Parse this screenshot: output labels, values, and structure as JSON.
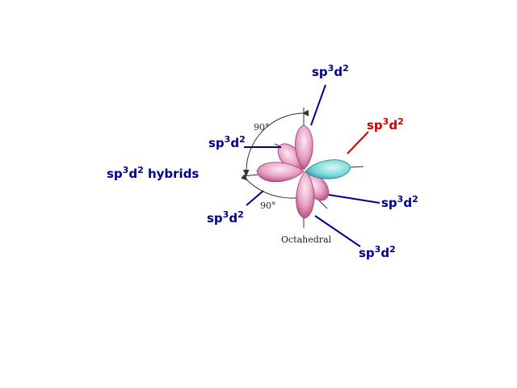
{
  "colors": {
    "lobe_fill": "#e7a2c4",
    "lobe_dark": "#b0437a",
    "highlight_fill": "#79d6d8",
    "highlight_dark": "#2a9aa6",
    "label_blue": "#00008b",
    "label_red": "#cc0000",
    "axis": "#333333"
  },
  "diagram": {
    "orbital_label": {
      "base": "sp",
      "sup1": "3",
      "mid": "d",
      "sup2": "2"
    },
    "group_label": {
      "base": "sp",
      "sup1": "3",
      "mid": "d",
      "sup2": "2",
      "suffix": " hybrids"
    },
    "angle_top": "90°",
    "angle_bottom": "90°",
    "geometry": "Octahedral"
  }
}
